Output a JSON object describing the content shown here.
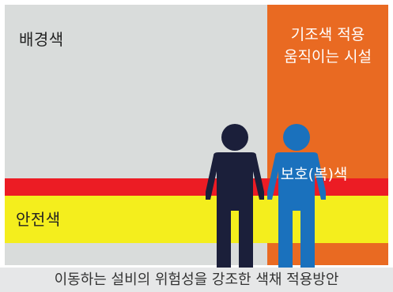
{
  "labels": {
    "background_color": "배경색",
    "base_color_line1": "기조색 적용",
    "base_color_line2": "움직이는 시설",
    "protective_color": "보호(복)색",
    "safety_color": "안전색"
  },
  "caption": "이동하는 설비의 위험성을 강조한 색채 적용방안",
  "colors": {
    "background": "#d9dcdb",
    "base": "#e96a22",
    "safety_red": "#ec1c24",
    "safety_yellow": "#f4ee1d",
    "person_dark": "#1b1f3a",
    "person_blue": "#1a71bd",
    "caption_bg": "#e6e7e8"
  },
  "icons": [
    "person-dark-icon",
    "person-blue-icon"
  ]
}
